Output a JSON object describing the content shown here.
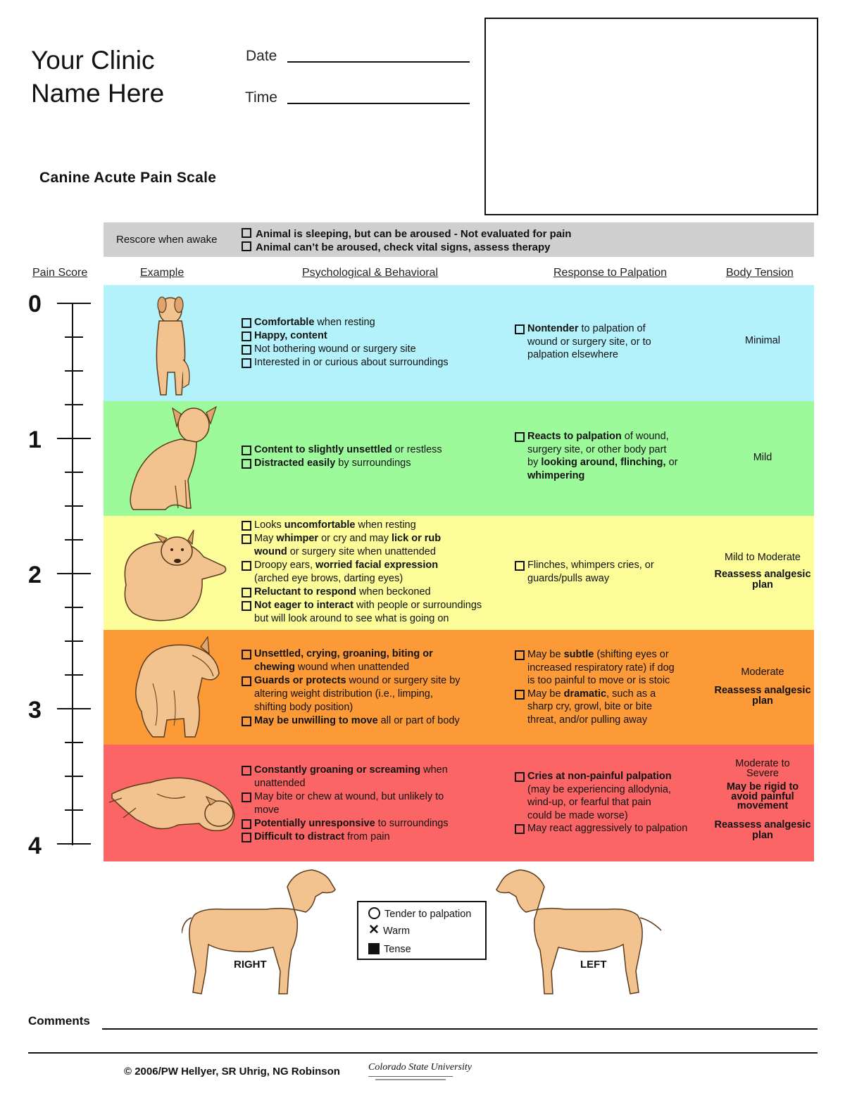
{
  "header": {
    "clinic_line1": "Your Clinic",
    "clinic_line2": "Name Here",
    "date_label": "Date",
    "time_label": "Time",
    "scale_title": "Canine Acute Pain Scale"
  },
  "rescore": {
    "label": "Rescore when awake",
    "option1": "Animal is sleeping, but can be aroused - Not evaluated for pain",
    "option2": "Animal can’t be aroused, check vital signs, assess therapy"
  },
  "columns": {
    "pain_score": "Pain Score",
    "example": "Example",
    "psych": "Psychological & Behavioral",
    "palpation": "Response to Palpation",
    "tension": "Body Tension"
  },
  "axis": {
    "labels": [
      "0",
      "1",
      "2",
      "3",
      "4"
    ]
  },
  "bands": {
    "b0": {
      "color": "#b3f1fb",
      "psy": [
        {
          "bold": "Comfortable",
          "rest": " when resting"
        },
        {
          "bold": "Happy, content",
          "rest": ""
        },
        {
          "bold": "",
          "rest": "Not bothering wound or surgery site"
        },
        {
          "bold": "",
          "rest": "Interested in or curious about surroundings"
        }
      ],
      "pal_bold": "Nontender",
      "pal_rest1": " to palpation of",
      "pal_line2": "wound or surgery site, or to",
      "pal_line3": "palpation elsewhere",
      "tension": "Minimal"
    },
    "b1": {
      "color": "#9cfa9a",
      "psy1_bold": "Content to slightly unsettled",
      "psy1_rest": " or restless",
      "psy2_bold": "Distracted easily",
      "psy2_rest": " by surroundings",
      "pal_bold": "Reacts to palpation",
      "pal_rest1": " of wound,",
      "pal_line2": "surgery site, or other body part",
      "pal_line3a": "by ",
      "pal_line3b": "looking around, flinching,",
      "pal_line3c": " or",
      "pal_line4": "whimpering",
      "tension": "Mild"
    },
    "b2": {
      "color": "#fcfc98",
      "l1a": "Looks ",
      "l1b": "uncomfortable",
      "l1c": " when resting",
      "l2a": "May ",
      "l2b": "whimper",
      "l2c": " or cry and may ",
      "l2d": "lick or rub",
      "l3b": "wound",
      "l3c": " or surgery site when unattended",
      "l4a": "Droopy ears, ",
      "l4b": "worried facial expression",
      "l5": "(arched eye brows, darting eyes)",
      "l6b": "Reluctant to respond",
      "l6c": " when beckoned",
      "l7b": "Not eager to interact",
      "l7c": " with people or surroundings",
      "l8": "but will look around to see what is going on",
      "pal1": "Flinches, whimpers cries, or",
      "pal2": "guards/pulls away",
      "tension": "Mild to Moderate",
      "reassess": "Reassess analgesic plan"
    },
    "b3": {
      "color": "#fd9a38",
      "l1b": "Unsettled, crying, groaning, biting or",
      "l2b": "chewing",
      "l2c": " wound when unattended",
      "l3b": "Guards or protects",
      "l3c": " wound or surgery site by",
      "l4": "altering weight distribution (i.e., limping,",
      "l5": "shifting body position)",
      "l6b": "May be unwilling to move",
      "l6c": " all or part of body",
      "p1a": "May be ",
      "p1b": "subtle",
      "p1c": " (shifting eyes or",
      "p2": "increased respiratory rate) if dog",
      "p3": "is too painful to move or is stoic",
      "p4a": "May be ",
      "p4b": "dramatic",
      "p4c": ", such as a",
      "p5": "sharp cry, growl, bite or bite",
      "p6": "threat, and/or pulling away",
      "tension": "Moderate",
      "reassess": "Reassess analgesic plan"
    },
    "b4": {
      "color": "#fc6565",
      "l1b": "Constantly groaning or screaming",
      "l1c": " when",
      "l2": "unattended",
      "l3": "May bite or chew at wound, but unlikely to",
      "l4": "move",
      "l5b": "Potentially unresponsive",
      "l5c": " to surroundings",
      "l6b": "Difficult to distract",
      "l6c": " from pain",
      "p1b": "Cries at non-painful palpation",
      "p2": "(may be experiencing allodynia,",
      "p3": "wind-up, or fearful that pain",
      "p4": "could be made worse)",
      "p5": "May react aggressively to palpation",
      "tension": "Moderate to Severe",
      "rigid": "May be rigid to avoid painful movement",
      "reassess": "Reassess analgesic plan"
    }
  },
  "legend": {
    "tender": "Tender to palpation",
    "warm": "Warm",
    "tense": "Tense"
  },
  "diagram": {
    "right": "RIGHT",
    "left": "LEFT"
  },
  "comments_label": "Comments",
  "footer": {
    "copyright": "© 2006/PW Hellyer, SR Uhrig, NG Robinson",
    "csu": "Colorado State University"
  }
}
